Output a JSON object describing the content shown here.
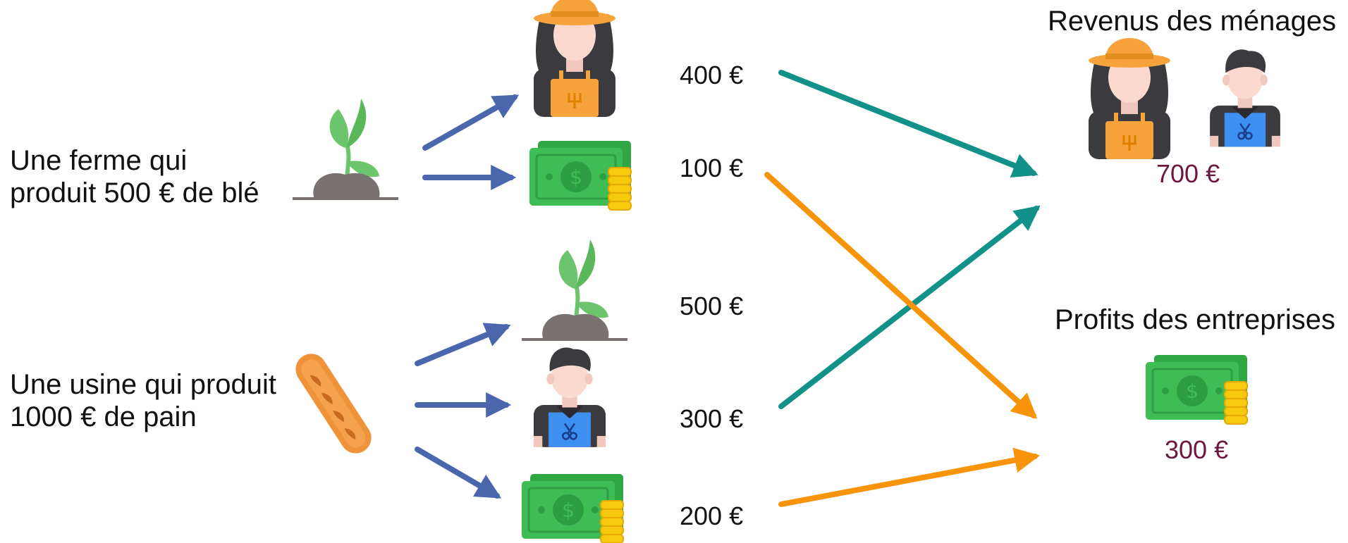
{
  "firms": [
    {
      "line1": "Une ferme qui",
      "line2": "produit 500 € de blé",
      "icon": "plant-icon"
    },
    {
      "line1": "Une usine qui produit",
      "line2": "1000 € de pain",
      "icon": "bread-icon"
    }
  ],
  "amounts": {
    "farmer_wage": "400 €",
    "farm_profit": "100 €",
    "wheat_input": "500 €",
    "worker_wage": "300 €",
    "factory_profit": "200 €"
  },
  "households": {
    "title": "Revenus des ménages",
    "total": "700 €",
    "icons": [
      "farmer-icon",
      "worker-icon"
    ]
  },
  "businesses": {
    "title": "Profits des entreprises",
    "total": "300 €",
    "icons": [
      "money-icon"
    ]
  },
  "colors": {
    "input_arrow": "#4a66ad",
    "income_arrow": "#119188",
    "profit_arrow": "#f7940a",
    "total_text": "#6b1740"
  }
}
